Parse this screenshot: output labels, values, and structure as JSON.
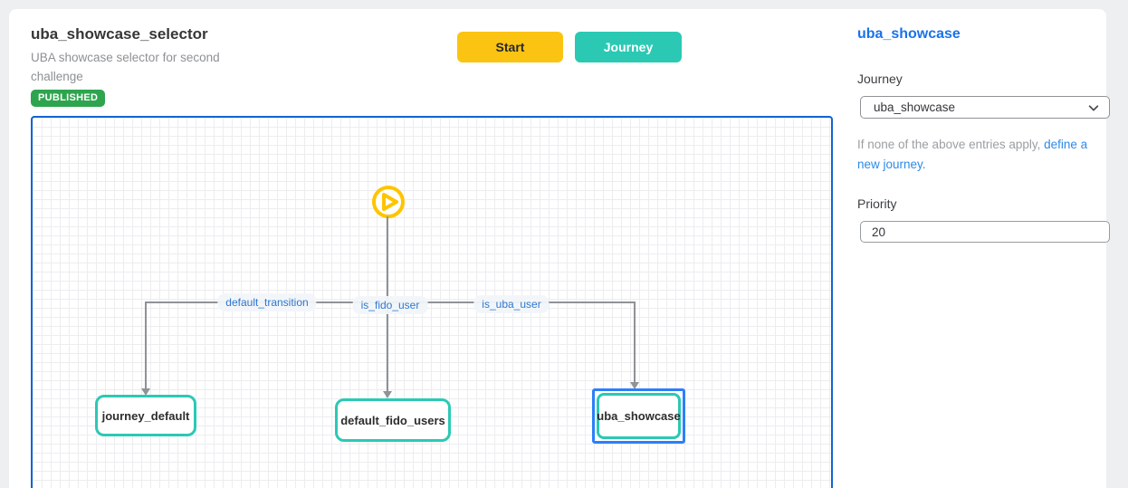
{
  "header": {
    "title": "uba_showcase_selector",
    "subtitle": "UBA showcase selector for second challenge",
    "status_badge": "PUBLISHED"
  },
  "toolbar": {
    "start_label": "Start",
    "journey_label": "Journey"
  },
  "canvas": {
    "start_icon": "play-circle",
    "nodes": [
      {
        "label": "journey_default",
        "selected": false
      },
      {
        "label": "default_fido_users",
        "selected": false
      },
      {
        "label": "uba_showcase",
        "selected": true
      }
    ],
    "edges": [
      {
        "label": "default_transition",
        "target": "journey_default"
      },
      {
        "label": "is_fido_user",
        "target": "default_fido_users"
      },
      {
        "label": "is_uba_user",
        "target": "uba_showcase"
      }
    ]
  },
  "panel": {
    "title": "uba_showcase",
    "journey_label": "Journey",
    "journey_selected_value": "uba_showcase",
    "hint_text": "If none of the above entries apply, ",
    "hint_link": "define a new journey.",
    "priority_label": "Priority",
    "priority_value": "20"
  },
  "colors": {
    "start_button": "#fbc412",
    "journey_button": "#2bc9b4",
    "badge_green": "#2ea44f",
    "node_border_teal": "#2bc9b4",
    "selection_blue": "#2d7ff9",
    "canvas_border_blue": "#1264d4",
    "panel_title_blue": "#1a73e8",
    "link_blue": "#2e8ae6",
    "edge_gray": "#8f9296",
    "edge_label_text": "#2f78cf",
    "start_icon_yellow": "#ffc400"
  }
}
